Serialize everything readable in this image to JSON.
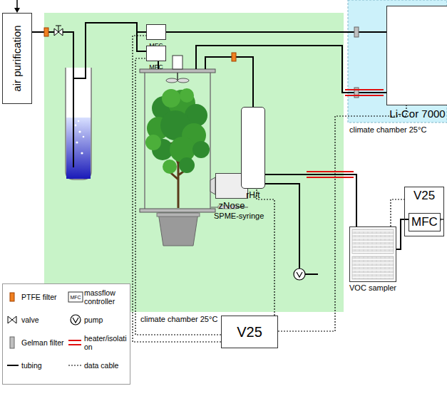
{
  "diagram": {
    "nodes": [
      {
        "text": [
          "air purification"
        ]
      },
      {
        "text": [
          "climate chamber 25°C"
        ]
      },
      {
        "text": [
          "MFC"
        ],
        "in": 1
      },
      {
        "text": [
          "MFC"
        ],
        "in": 1
      },
      {
        "text": [
          "zNose"
        ],
        "in": 1
      },
      {
        "text": [
          "rH/t"
        ],
        "in": 1
      },
      {
        "text": [
          "climate chamber 25°C"
        ]
      },
      {
        "text": [
          "Li-Cor 7000"
        ],
        "in": 6
      },
      {
        "text": [
          "VOC sampler"
        ]
      },
      {
        "text": [
          "V25"
        ]
      },
      {
        "text": [
          "MFC"
        ],
        "in": 9
      },
      {
        "text": [
          "V25"
        ]
      }
    ],
    "edges": [
      {
        "from": 0,
        "to": 2,
        "arrow": "none"
      },
      {
        "from": 0,
        "to": 3,
        "arrow": "none"
      },
      {
        "from": 2,
        "to": 7,
        "arrow": "none"
      },
      {
        "from": 5,
        "to": 8,
        "arrow": "none"
      },
      {
        "from": 8,
        "to": 10,
        "arrow": "none"
      },
      {
        "from": 8,
        "to": 9,
        "arrow": "none"
      },
      {
        "from": 11,
        "to": 2,
        "arrow": "none"
      },
      {
        "from": 11,
        "to": 3,
        "arrow": "none"
      },
      {
        "from": 11,
        "to": 5,
        "arrow": "none"
      },
      {
        "from": 11,
        "to": 7,
        "arrow": "none"
      }
    ],
    "labels": [
      "SPME-syringe",
      "MFC"
    ],
    "legend": [
      {
        "text": "PTFE filter"
      },
      {
        "text": "massflow controller"
      },
      {
        "text": "valve"
      },
      {
        "text": "pump"
      },
      {
        "text": "Gelman filter"
      },
      {
        "text": "heater/isolation"
      },
      {
        "text": "tubing"
      },
      {
        "text": "data cable"
      }
    ]
  }
}
